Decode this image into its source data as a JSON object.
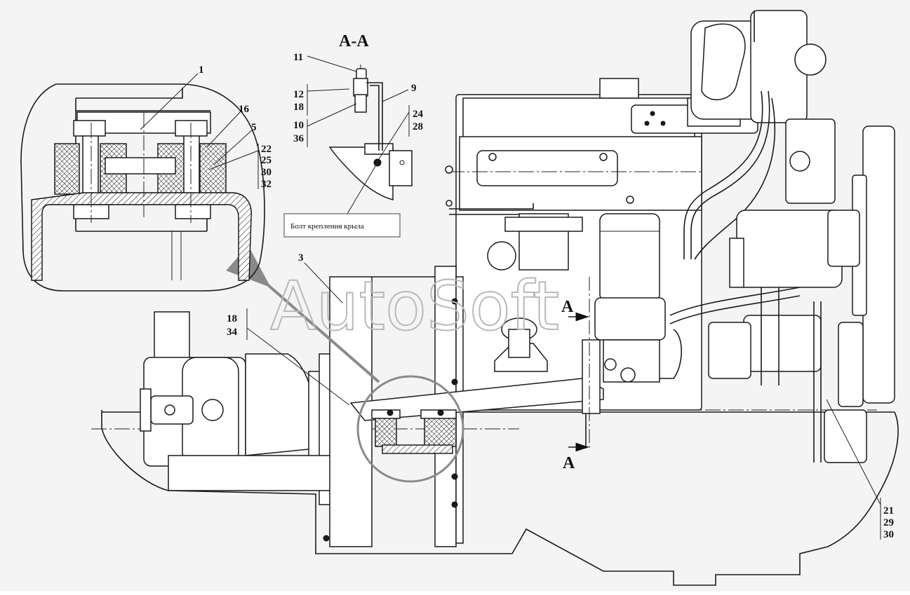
{
  "section_title": "А-А",
  "section_marks": [
    {
      "id": "section-mark-upper",
      "text": "А"
    },
    {
      "id": "section-mark-lower",
      "text": "А"
    }
  ],
  "watermark": "AutoSoft",
  "callout_text": "Болт крепления крыла",
  "labels": {
    "l1": "1",
    "l16": "16",
    "l5": "5",
    "l22": "22",
    "l25": "25",
    "l30a": "30",
    "l32": "32",
    "l11": "11",
    "l9": "9",
    "l12": "12",
    "l18a": "18",
    "l10": "10",
    "l36": "36",
    "l24": "24",
    "l28": "28",
    "l3": "3",
    "l18b": "18",
    "l34": "34",
    "l21": "21",
    "l29": "29",
    "l30b": "30"
  },
  "colors": {
    "line": "#1a1a1a",
    "background": "#f4f4f4",
    "highlight_circle": "#8a8a8a",
    "watermark": "#b9b9b9"
  }
}
